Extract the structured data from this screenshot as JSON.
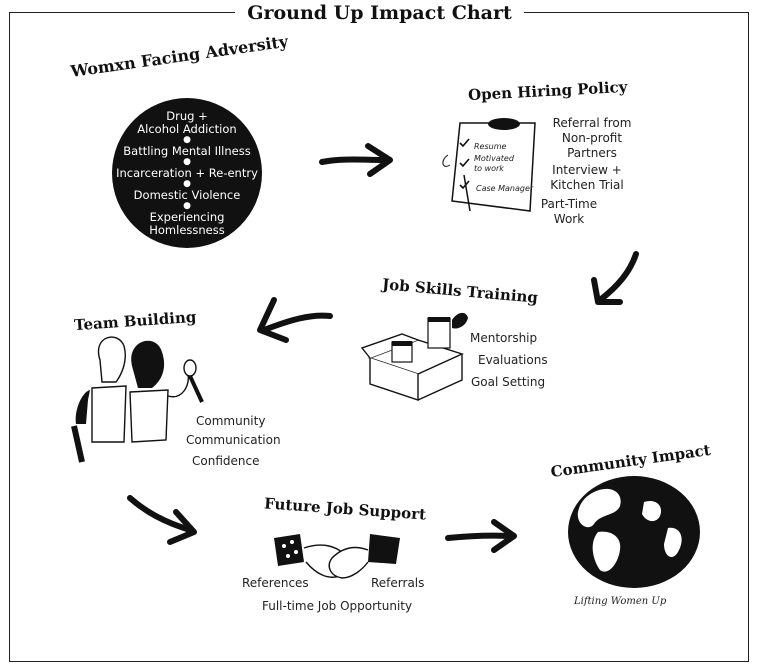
{
  "title": "Ground Up Impact Chart",
  "adversity": {
    "title": "Womxn Facing Adversity",
    "items": [
      "Drug +\nAlcohol Addiction",
      "Battling Mental Illness",
      "Incarceration + Re-entry",
      "Domestic Violence",
      "Experiencing\nHomlessness"
    ]
  },
  "hiring": {
    "title": "Open Hiring Policy",
    "clipboard": [
      "Resume",
      "Motivated\nto work",
      "Case Manager"
    ],
    "items": [
      "Referral from\nNon-profit\nPartners",
      "Interview +\nKitchen Trial",
      "Part-Time\nWork"
    ]
  },
  "training": {
    "title": "Job Skills Training",
    "items": [
      "Mentorship",
      "Evaluations",
      "Goal Setting"
    ]
  },
  "team": {
    "title": "Team Building",
    "items": [
      "Community",
      "Communication",
      "Confidence"
    ]
  },
  "future": {
    "title": "Future Job Support",
    "items": [
      "References",
      "Referrals",
      "Full-time Job Opportunity"
    ]
  },
  "community": {
    "title": "Community Impact",
    "tagline": "Lifting Women Up"
  },
  "colors": {
    "ink": "#111111",
    "background": "#ffffff"
  }
}
